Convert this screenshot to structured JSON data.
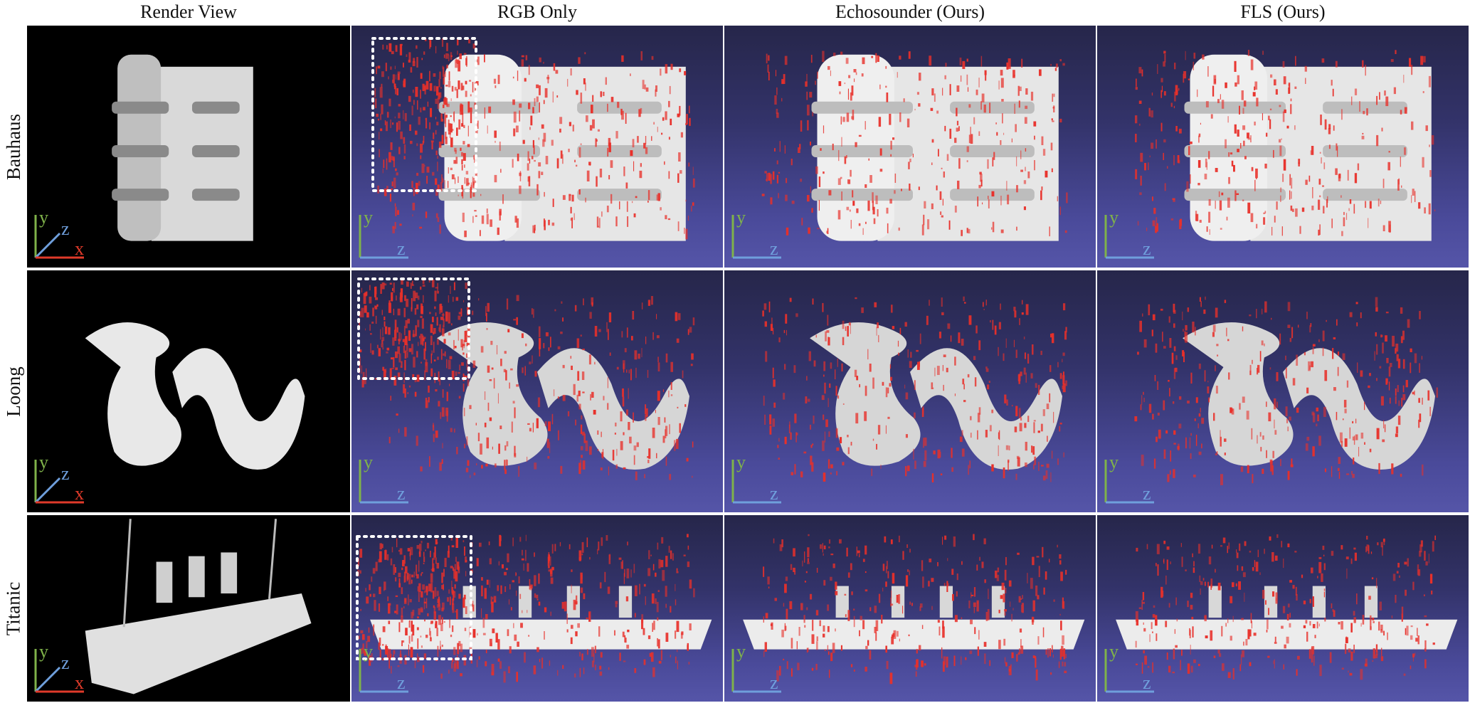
{
  "columns": [
    "Render View",
    "RGB Only",
    "Echosounder (Ours)",
    "FLS (Ours)"
  ],
  "rows": [
    {
      "label": "Bauhaus",
      "object": "building"
    },
    {
      "label": "Loong",
      "object": "dragon"
    },
    {
      "label": "Titanic",
      "object": "ship"
    }
  ],
  "axes": {
    "render": {
      "up": "y",
      "depth": "z",
      "right": "x"
    },
    "viewer": {
      "up": "y",
      "right": "z"
    }
  },
  "colors": {
    "render_bg": "#000000",
    "viewer_bg_top": "#26264a",
    "viewer_bg_bottom": "#5555a8",
    "noise_red": "#e8302a",
    "axis_y": "#7fb24a",
    "axis_z": "#6f9fdc",
    "axis_x": "#e03a2a",
    "highlight_box": "#ffffff"
  }
}
